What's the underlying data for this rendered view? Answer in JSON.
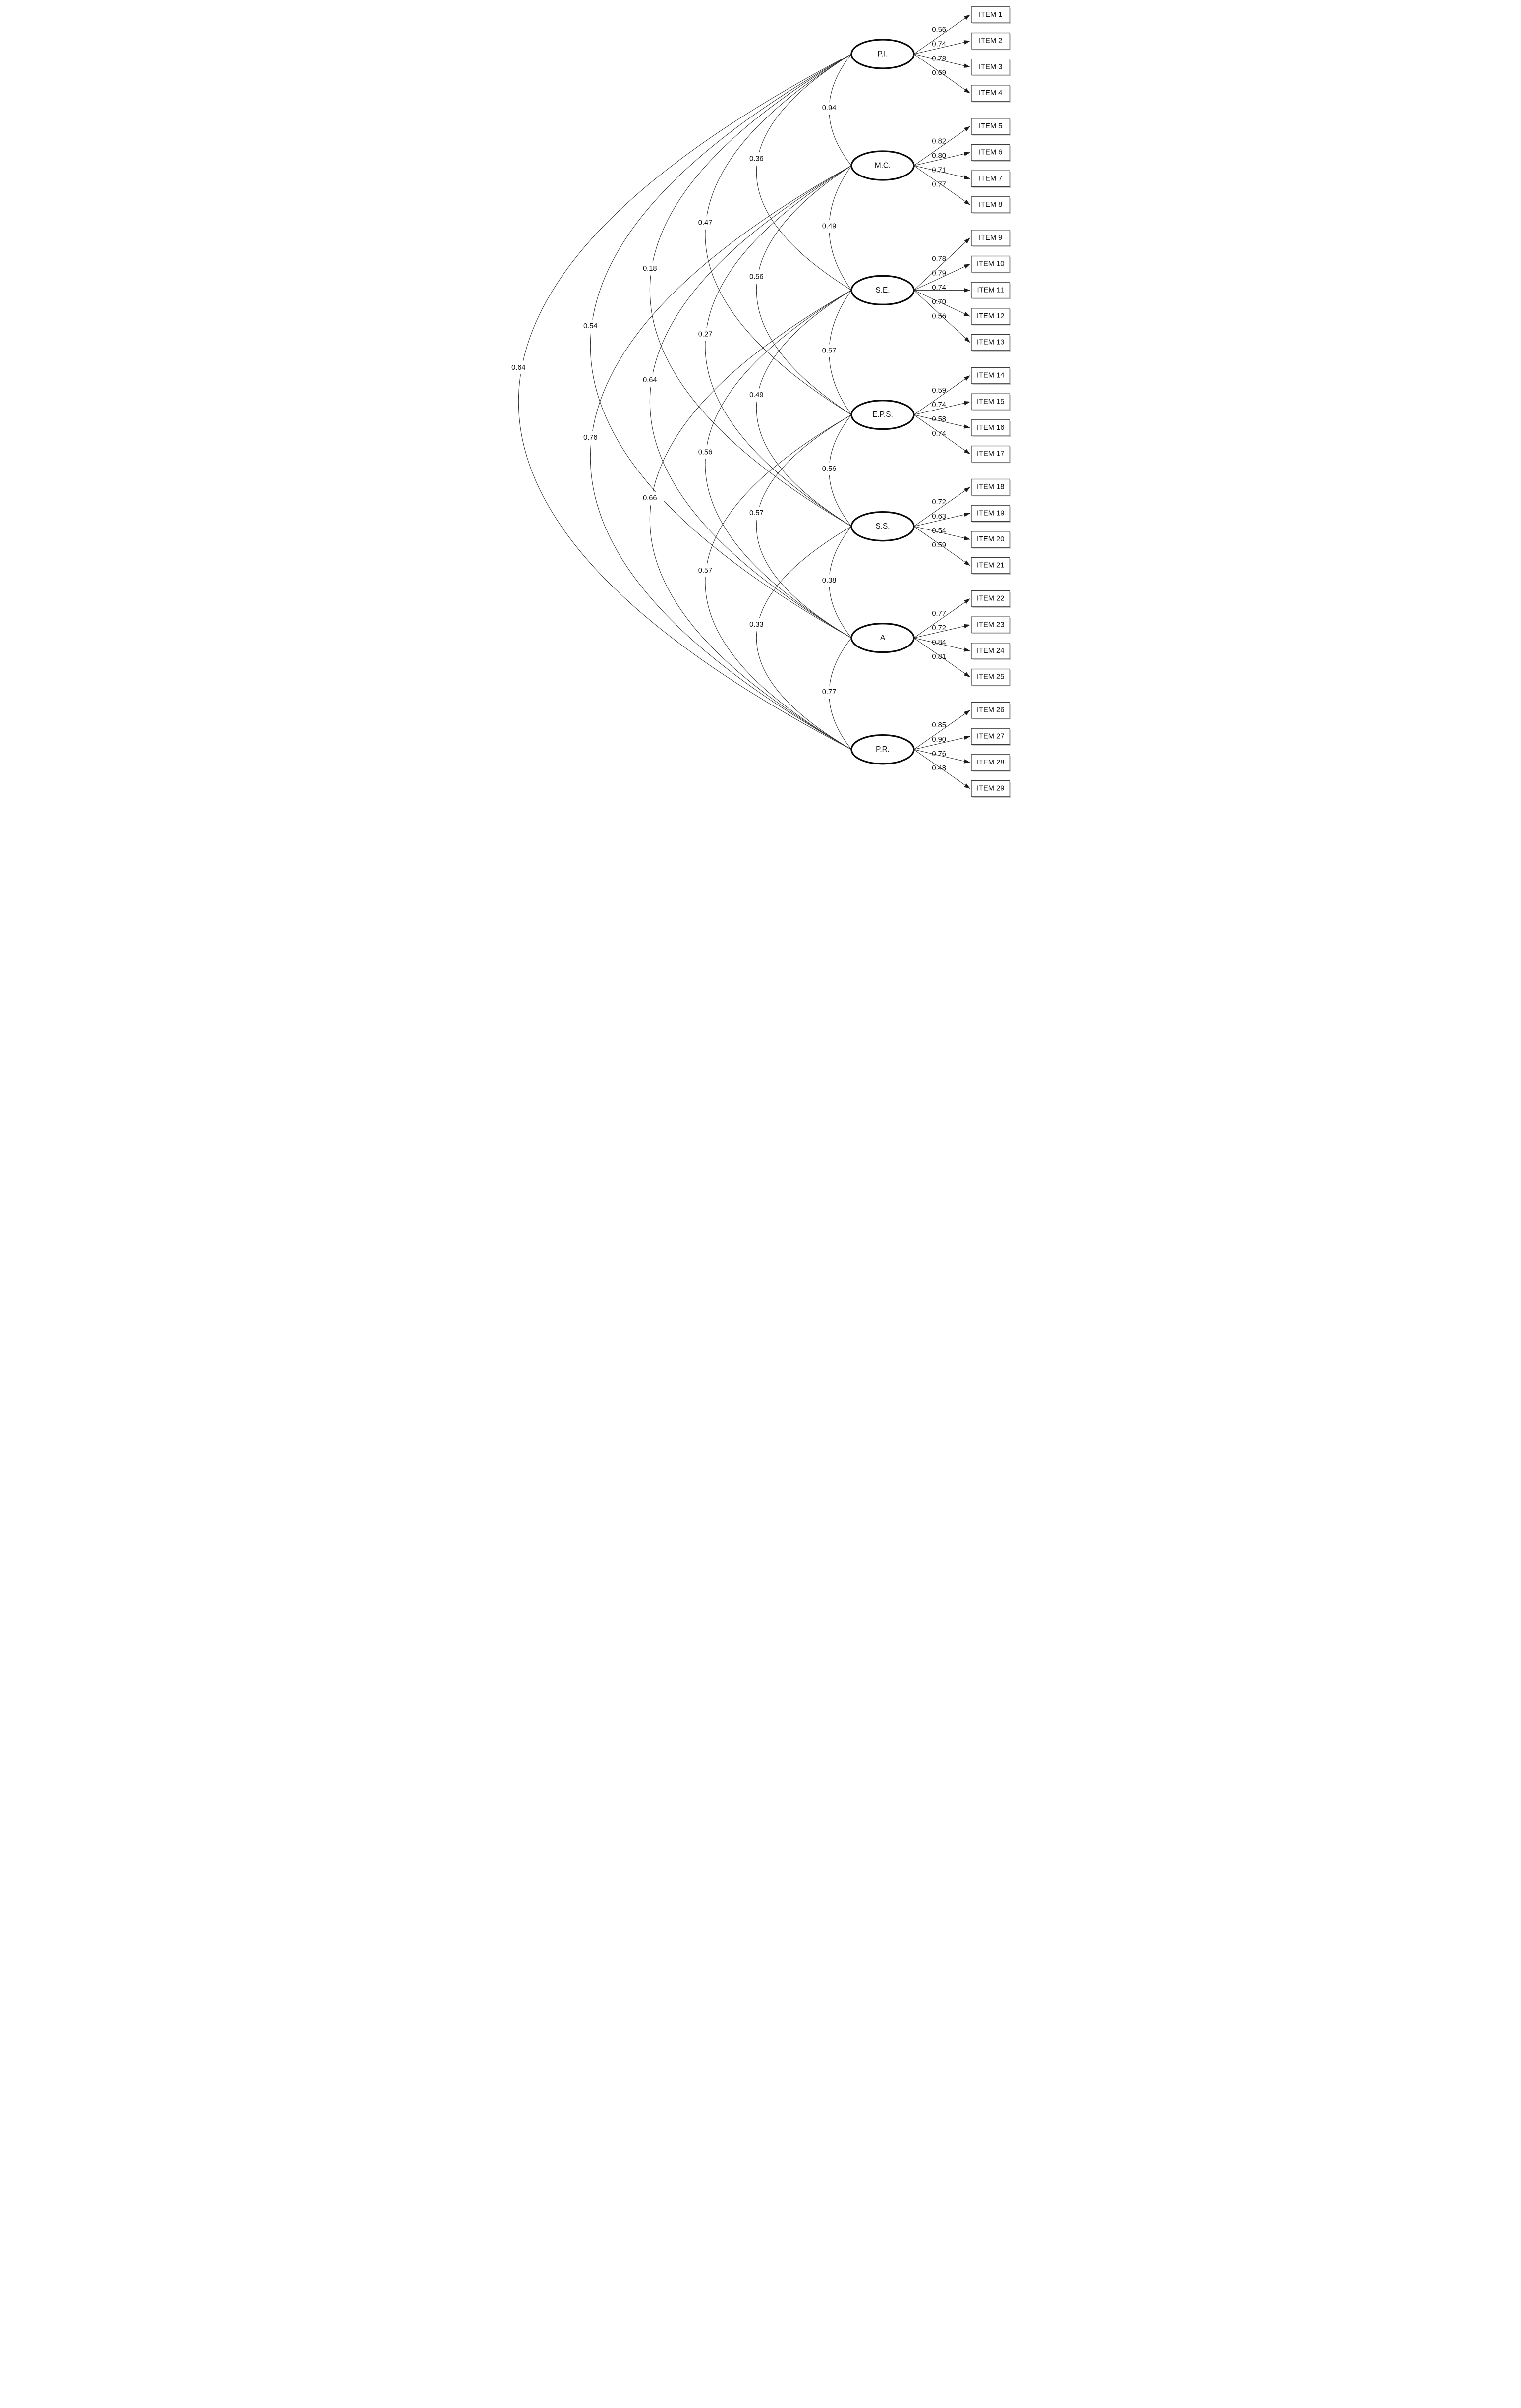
{
  "diagram": {
    "title": "",
    "factors": [
      {
        "label": "P.I.",
        "items": [
          {
            "label": "ITEM 1",
            "loading": "0.56"
          },
          {
            "label": "ITEM 2",
            "loading": "0.74"
          },
          {
            "label": "ITEM 3",
            "loading": "0.78"
          },
          {
            "label": "ITEM 4",
            "loading": "0.69"
          }
        ]
      },
      {
        "label": "M.C.",
        "items": [
          {
            "label": "ITEM 5",
            "loading": "0.82"
          },
          {
            "label": "ITEM 6",
            "loading": "0.80"
          },
          {
            "label": "ITEM 7",
            "loading": "0.71"
          },
          {
            "label": "ITEM 8",
            "loading": "0.77"
          }
        ]
      },
      {
        "label": "S.E.",
        "items": [
          {
            "label": "ITEM 9",
            "loading": "0.78"
          },
          {
            "label": "ITEM 10",
            "loading": "0.79"
          },
          {
            "label": "ITEM 11",
            "loading": "0.74"
          },
          {
            "label": "ITEM 12",
            "loading": "0.70"
          },
          {
            "label": "ITEM 13",
            "loading": "0.56"
          }
        ]
      },
      {
        "label": "E.P.S.",
        "items": [
          {
            "label": "ITEM 14",
            "loading": "0.59"
          },
          {
            "label": "ITEM 15",
            "loading": "0.74"
          },
          {
            "label": "ITEM 16",
            "loading": "0.58"
          },
          {
            "label": "ITEM 17",
            "loading": "0.74"
          }
        ]
      },
      {
        "label": "S.S.",
        "items": [
          {
            "label": "ITEM 18",
            "loading": "0.72"
          },
          {
            "label": "ITEM 19",
            "loading": "0.63"
          },
          {
            "label": "ITEM 20",
            "loading": "0.54"
          },
          {
            "label": "ITEM 21",
            "loading": "0.59"
          }
        ]
      },
      {
        "label": "A",
        "items": [
          {
            "label": "ITEM 22",
            "loading": "0.77"
          },
          {
            "label": "ITEM 23",
            "loading": "0.72"
          },
          {
            "label": "ITEM 24",
            "loading": "0.84"
          },
          {
            "label": "ITEM 25",
            "loading": "0.81"
          }
        ]
      },
      {
        "label": "P.R.",
        "items": [
          {
            "label": "ITEM 26",
            "loading": "0.85"
          },
          {
            "label": "ITEM 27",
            "loading": "0.90"
          },
          {
            "label": "ITEM 28",
            "loading": "0.76"
          },
          {
            "label": "ITEM 29",
            "loading": "0.48"
          }
        ]
      }
    ],
    "correlations": [
      {
        "from": "P.I.",
        "to": "M.C.",
        "value": "0.94"
      },
      {
        "from": "M.C.",
        "to": "S.E.",
        "value": "0.49"
      },
      {
        "from": "S.E.",
        "to": "E.P.S.",
        "value": "0.57"
      },
      {
        "from": "E.P.S.",
        "to": "S.S.",
        "value": "0.56"
      },
      {
        "from": "S.S.",
        "to": "A",
        "value": "0.38"
      },
      {
        "from": "A",
        "to": "P.R.",
        "value": "0.77"
      },
      {
        "from": "P.I.",
        "to": "S.E.",
        "value": "0.36"
      },
      {
        "from": "M.C.",
        "to": "E.P.S.",
        "value": "0.56"
      },
      {
        "from": "S.E.",
        "to": "S.S.",
        "value": "0.49"
      },
      {
        "from": "E.P.S.",
        "to": "A",
        "value": "0.57"
      },
      {
        "from": "S.S.",
        "to": "P.R.",
        "value": "0.33"
      },
      {
        "from": "P.I.",
        "to": "E.P.S.",
        "value": "0.47"
      },
      {
        "from": "M.C.",
        "to": "S.S.",
        "value": "0.27"
      },
      {
        "from": "S.E.",
        "to": "A",
        "value": "0.56"
      },
      {
        "from": "E.P.S.",
        "to": "P.R.",
        "value": "0.57"
      },
      {
        "from": "P.I.",
        "to": "S.S.",
        "value": "0.18"
      },
      {
        "from": "M.C.",
        "to": "A",
        "value": "0.64"
      },
      {
        "from": "S.E.",
        "to": "P.R.",
        "value": "0.66"
      },
      {
        "from": "P.I.",
        "to": "A",
        "value": "0.54"
      },
      {
        "from": "M.C.",
        "to": "P.R.",
        "value": "0.76"
      },
      {
        "from": "P.I.",
        "to": "P.R.",
        "value": "0.64"
      }
    ]
  }
}
